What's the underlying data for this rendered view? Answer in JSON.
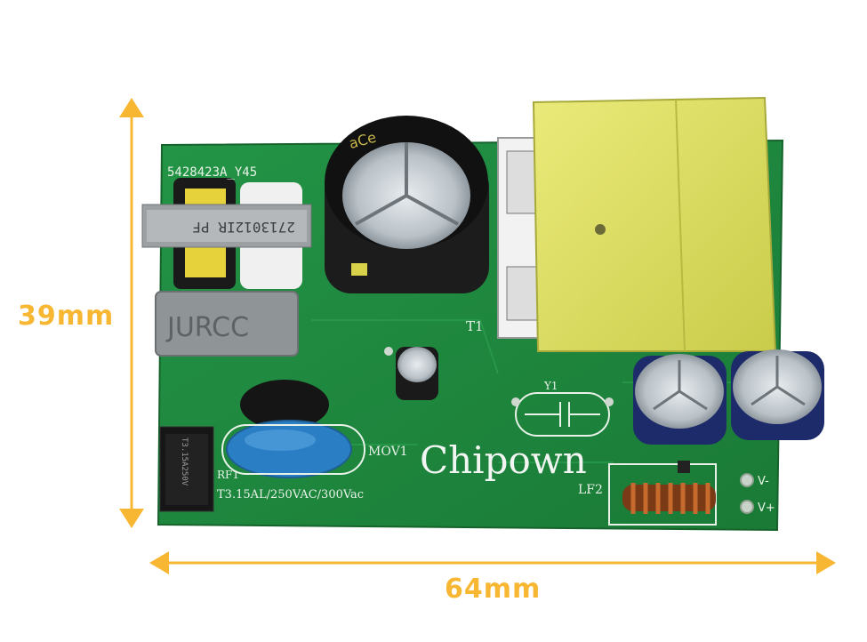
{
  "dimensions": {
    "height_label": "39mm",
    "width_label": "64mm",
    "arrow_color": "#f7b733"
  },
  "board": {
    "pcb_color": "#1f8a3c",
    "part_number": "5428423A_Y45",
    "brand": "Chipown",
    "labels": {
      "transformer": "T1",
      "varistor": "MOV1",
      "filter_inductor": "LF2",
      "crystal_cap": "Y1",
      "fuse": "RF1",
      "fuse_rating": "T3.15AL/250VAC/300Vac",
      "output_minus": "V-",
      "output_plus": "V+"
    },
    "components": {
      "inductor_marking": "2713012IR PF",
      "choke_marking": "JURCC",
      "fuse_marking": "T3.15A250V",
      "big_cap_marking": "aCe"
    }
  }
}
